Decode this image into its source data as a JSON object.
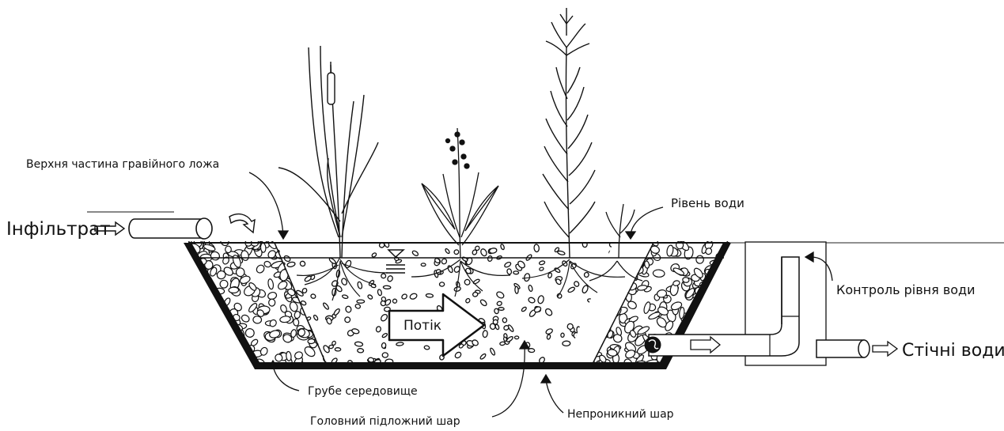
{
  "labels": {
    "influent": "Інфільтрат",
    "gravel_top": "Верхня частина гравійного ложа",
    "water_level": "Рівень води",
    "level_control": "Контроль рівня води",
    "flow": "Потік",
    "effluent": "Стічні води",
    "coarse_media": "Грубе середовище",
    "main_substrate": "Головний підложний шар",
    "impermeable_layer": "Непроникний шар"
  },
  "colors": {
    "ink": "#111111",
    "background": "#ffffff",
    "gravel": "#ffffff"
  },
  "icons": [
    "cattail-plant",
    "flowering-plant",
    "reed-plant",
    "small-plant",
    "water-level-symbol",
    "pipe",
    "arrow"
  ]
}
